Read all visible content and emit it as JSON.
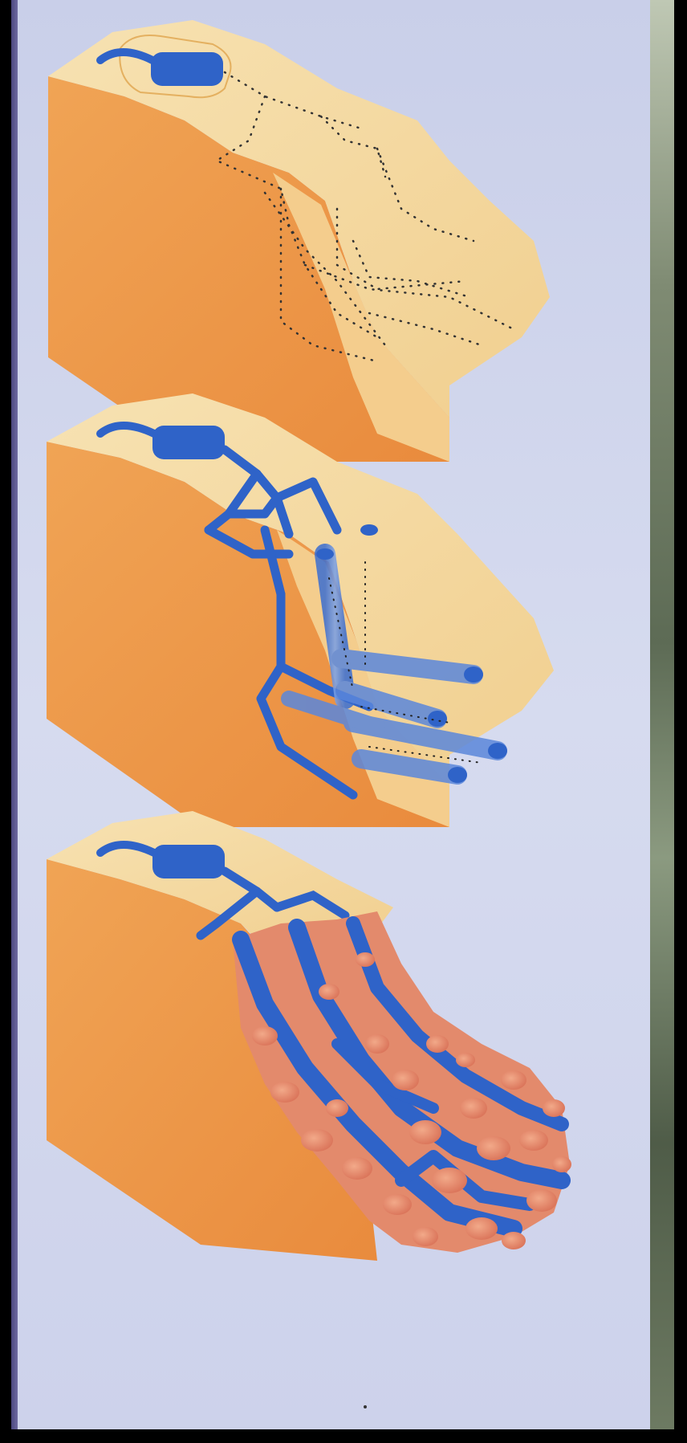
{
  "figure": {
    "panels": [
      {
        "id": "stage-1-dotted-tunnels",
        "state": "planned tunnels (dotted)"
      },
      {
        "id": "stage-2-water-filled-tunnels",
        "state": "tunnels filled with water"
      },
      {
        "id": "stage-3-collapsed-slope",
        "state": "slope collapsed into debris flow"
      }
    ]
  },
  "colors": {
    "background": "#d3d8ee",
    "border": "#4c477f",
    "soil_top": "#f6d9a0",
    "soil_side": "#f0a455",
    "soil_face": "#e98a3d",
    "water": "#2f63c8",
    "water_light": "#5b87db",
    "debris": "#e38a6c",
    "dots": "#333333"
  }
}
